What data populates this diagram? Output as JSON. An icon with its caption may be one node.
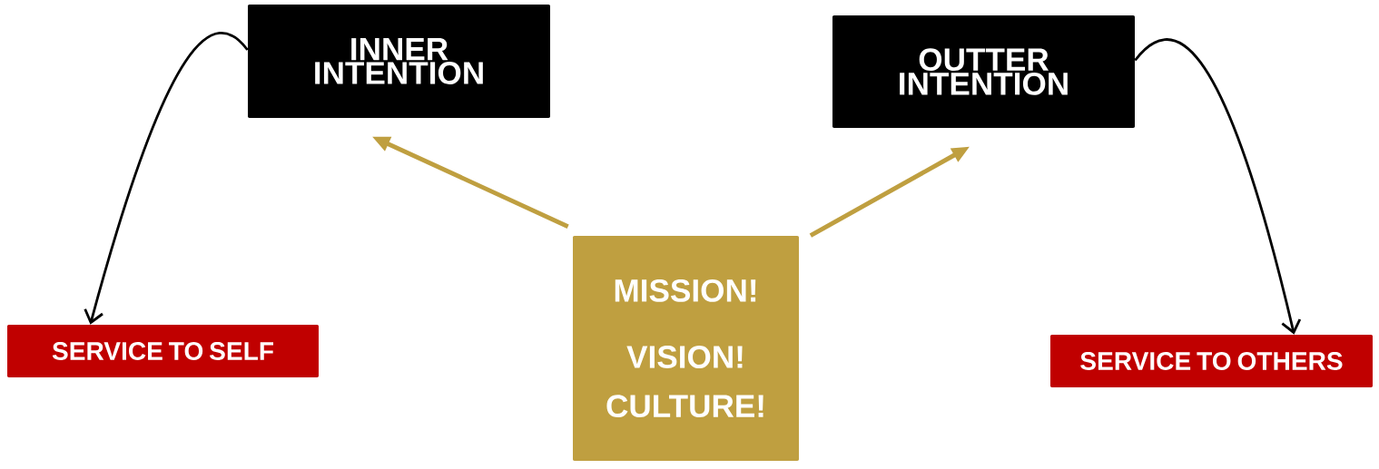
{
  "diagram": {
    "nodes": [
      {
        "text": [
          "INNER INTENTION"
        ]
      },
      {
        "text": [
          "OUTTER INTENTION"
        ]
      },
      {
        "text": [
          "MISSION!",
          "VISION!",
          "CULTURE!"
        ]
      },
      {
        "text": [
          "SERVICE TO SELF"
        ]
      },
      {
        "text": [
          "SERVICE TO OTHERS"
        ]
      }
    ],
    "edges": [
      {
        "from": 2,
        "to": 0,
        "arrow": "to",
        "color": "#bf9f40"
      },
      {
        "from": 2,
        "to": 1,
        "arrow": "to",
        "color": "#bf9f40"
      },
      {
        "from": 0,
        "to": 3,
        "arrow": "to",
        "color": "#000000"
      },
      {
        "from": 1,
        "to": 4,
        "arrow": "to",
        "color": "#000000"
      }
    ]
  }
}
